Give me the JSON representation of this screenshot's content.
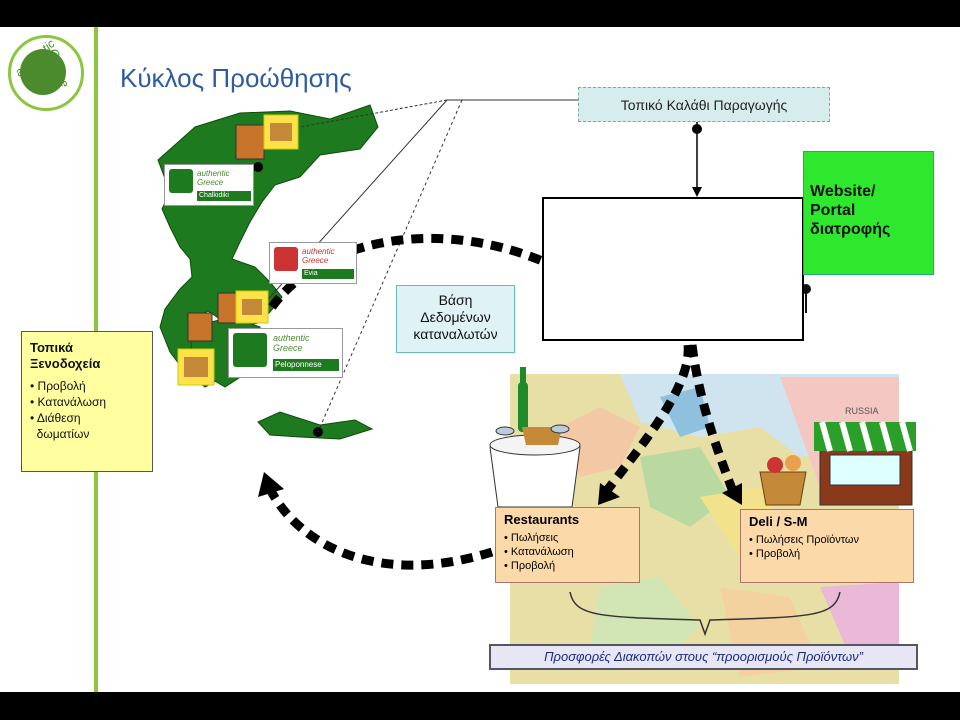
{
  "title": "Κύκλος Προώθησης",
  "logo": {
    "word1": "authentic",
    "word2": "Greece"
  },
  "labels": {
    "topiko": "Τοπικό Καλάθι Παραγωγής",
    "website": [
      "Website/",
      "Portal",
      "διατροφής"
    ],
    "basi": [
      "Βάση",
      "Δεδομένων",
      "καταναλωτών"
    ],
    "prosfores": "Προσφορές Διακοπών στους “προορισμούς Προϊόντων”"
  },
  "hotels": {
    "heading": [
      "Τοπικά",
      "Ξενοδοχεία"
    ],
    "items": [
      "• Προβολή",
      "• Κατανάλωση",
      "• Διάθεση",
      "  δωματίων"
    ]
  },
  "restaurants": {
    "heading": "Restaurants",
    "items": [
      "• Πωλήσεις",
      "• Κατανάλωση",
      "• Προβολή"
    ]
  },
  "deli": {
    "heading": "Deli / S-M",
    "items": [
      "• Πωλήσεις Προϊόντων",
      "• Προβολή"
    ]
  },
  "badges": [
    {
      "brand": "authentic Greece",
      "region": "Chalkidiki"
    },
    {
      "brand": "authentic Greece",
      "region": "Evia"
    },
    {
      "brand": "authentic Greece",
      "region": "Peloponnese"
    }
  ],
  "map_labels": {
    "russia": "RUSSIA"
  },
  "colors": {
    "green_region": "#1e7a1e",
    "accent_green": "#8cc63f",
    "title_blue": "#2e5d9e",
    "yellow_box": "#ffffa0",
    "orange_box": "#fcd9a8",
    "website_green": "#2ee82e"
  }
}
